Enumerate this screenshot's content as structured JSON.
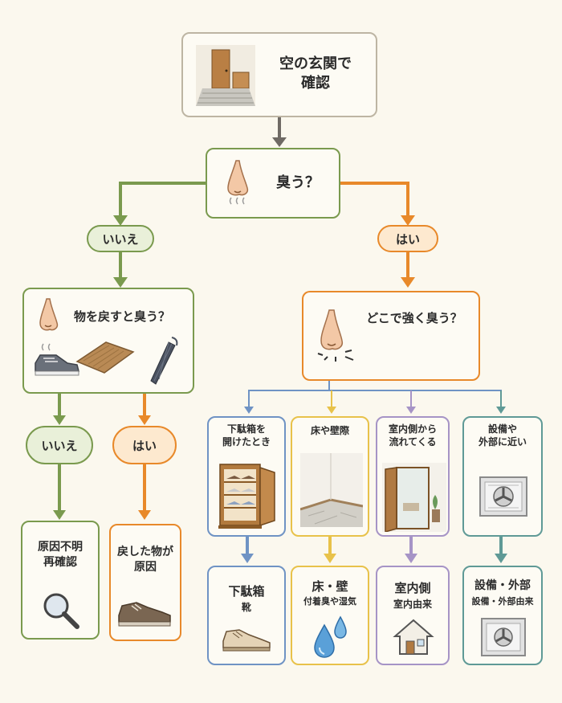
{
  "start": {
    "title_line1": "空の玄関で",
    "title_line2": "確認"
  },
  "q1": {
    "title": "臭う？"
  },
  "left_branch": {
    "label": "いいえ"
  },
  "right_branch": {
    "label": "はい"
  },
  "q2_left": {
    "title": "物を戻すと臭う？"
  },
  "q2_left_no": {
    "label": "いいえ"
  },
  "q2_left_yes": {
    "label": "はい"
  },
  "q2_right": {
    "title": "どこで強く臭う？"
  },
  "result_unknown": {
    "line1": "原因不明",
    "line2": "再確認"
  },
  "result_item": {
    "line1": "戻した物が",
    "line2": "原因"
  },
  "locations": [
    {
      "line1": "下駄箱を",
      "line2": "開けたとき"
    },
    {
      "line1": "床や壁際",
      "line2": ""
    },
    {
      "line1": "室内側から",
      "line2": "流れてくる"
    },
    {
      "line1": "設備や",
      "line2": "外部に近い"
    }
  ],
  "results": [
    {
      "title": "下駄箱",
      "sub": "靴"
    },
    {
      "title": "床・壁",
      "sub": "付着臭や湿気"
    },
    {
      "title": "室内側",
      "sub": "室内由来"
    },
    {
      "title": "設備・外部",
      "sub": "設備・外部由来"
    }
  ],
  "colors": {
    "neutral": "#a9a08e",
    "green": "#7a9a4e",
    "orange": "#e8892a",
    "blue": "#6f93c4",
    "yellow": "#e8c24a",
    "purple": "#a694c6",
    "teal": "#5f9a96",
    "arrow_gray": "#6f6a64"
  }
}
